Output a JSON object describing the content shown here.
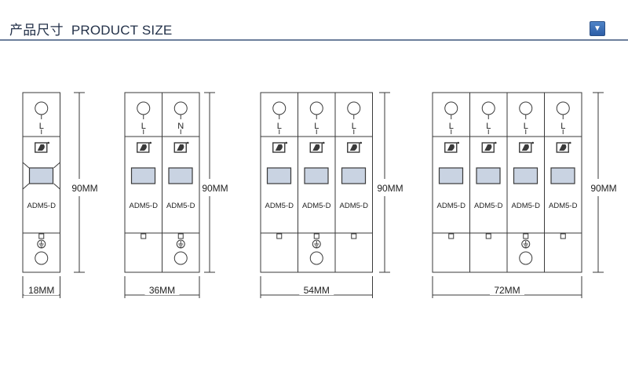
{
  "header": {
    "title_cn": "产品尺寸",
    "title_en": "PRODUCT SIZE",
    "toggle_icon": "chevron-down-icon",
    "accent_color": "#6d7f9c",
    "button_color": "#3b6db3"
  },
  "products": [
    {
      "poles": [
        "L"
      ],
      "ground_pole": 0,
      "height_label": "90MM",
      "width_label": "18MM",
      "model": "ADM5-D"
    },
    {
      "poles": [
        "L",
        "N"
      ],
      "ground_pole": 1,
      "height_label": "90MM",
      "width_label": "36MM",
      "model": "ADM5-D"
    },
    {
      "poles": [
        "L",
        "L",
        "L"
      ],
      "ground_pole": 1,
      "height_label": "90MM",
      "width_label": "54MM",
      "model": "ADM5-D"
    },
    {
      "poles": [
        "L",
        "L",
        "L",
        "L"
      ],
      "ground_pole": 2,
      "height_label": "90MM",
      "width_label": "72MM",
      "model": "ADM5-D"
    }
  ],
  "colors": {
    "line": "#3a3a3a",
    "window": "#c9d3e2",
    "text": "#222222"
  }
}
